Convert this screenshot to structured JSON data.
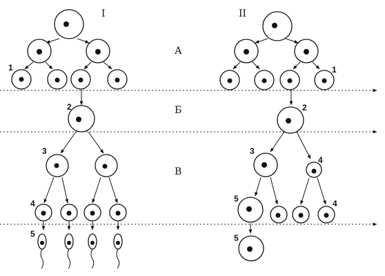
{
  "columns": [
    {
      "roman": "I"
    },
    {
      "roman": "II"
    }
  ],
  "zones": [
    "А",
    "Б",
    "В"
  ],
  "stage_labels": {
    "n1": "1",
    "n2": "2",
    "n3": "3",
    "n4": "4",
    "n5": "5"
  }
}
